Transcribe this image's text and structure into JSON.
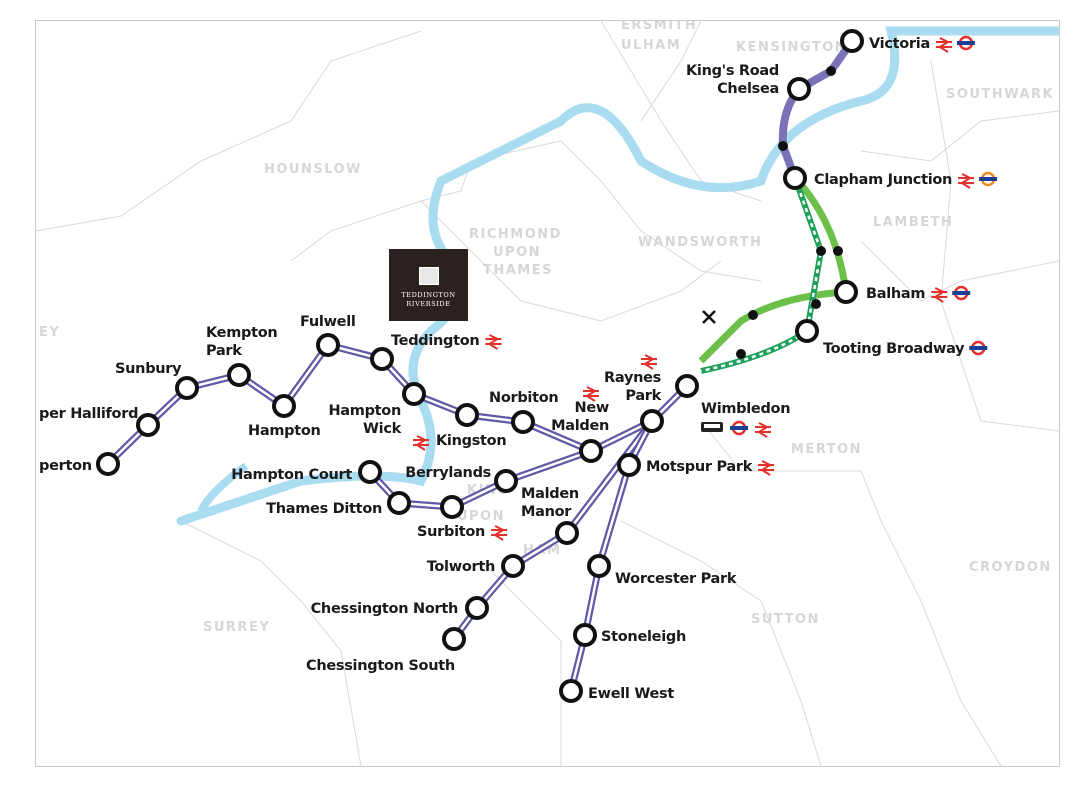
{
  "map": {
    "logo": {
      "line1": "TEDDINGTON",
      "line2": "RIVERSIDE"
    },
    "boroughs": [
      "HOUNSLOW",
      "RICHMOND",
      "UPON",
      "THAMES",
      "WANDSWORTH",
      "LAMBETH",
      "SOUTHWARK",
      "KENSINGTON",
      "ERSMITH",
      "ULHAM",
      "MERTON",
      "SUTTON",
      "CROYDON",
      "SURREY",
      "KING",
      "UPON",
      "HAM",
      "EY"
    ],
    "stations": [
      {
        "name": "Victoria",
        "icons": [
          "national-rail",
          "underground"
        ]
      },
      {
        "name": "King's Road",
        "name2": "Chelsea",
        "icons": []
      },
      {
        "name": "Clapham Junction",
        "icons": [
          "national-rail",
          "overground"
        ]
      },
      {
        "name": "Balham",
        "icons": [
          "national-rail",
          "underground"
        ]
      },
      {
        "name": "Tooting Broadway",
        "icons": [
          "underground"
        ]
      },
      {
        "name": "Wimbledon",
        "icons": [
          "tram",
          "underground",
          "national-rail"
        ]
      },
      {
        "name": "Raynes",
        "name2": "Park",
        "icons": [
          "national-rail"
        ]
      },
      {
        "name": "Motspur Park",
        "icons": [
          "national-rail"
        ]
      },
      {
        "name": "New",
        "name2": "Malden",
        "icons": [
          "national-rail"
        ]
      },
      {
        "name": "Norbiton",
        "icons": []
      },
      {
        "name": "Kingston",
        "icons": [
          "national-rail"
        ]
      },
      {
        "name": "Hampton",
        "name2": "Wick",
        "icons": []
      },
      {
        "name": "Teddington",
        "icons": [
          "national-rail"
        ]
      },
      {
        "name": "Fulwell",
        "icons": []
      },
      {
        "name": "Hampton",
        "icons": []
      },
      {
        "name": "Kempton",
        "name2": "Park",
        "icons": []
      },
      {
        "name": "Sunbury",
        "icons": []
      },
      {
        "name": "per Halliford",
        "icons": []
      },
      {
        "name": "perton",
        "icons": []
      },
      {
        "name": "Hampton Court",
        "icons": []
      },
      {
        "name": "Thames Ditton",
        "icons": []
      },
      {
        "name": "Surbiton",
        "icons": [
          "national-rail"
        ]
      },
      {
        "name": "Berrylands",
        "icons": []
      },
      {
        "name": "Malden",
        "name2": "Manor",
        "icons": []
      },
      {
        "name": "Tolworth",
        "icons": []
      },
      {
        "name": "Chessington North",
        "icons": []
      },
      {
        "name": "Chessington South",
        "icons": []
      },
      {
        "name": "Worcester Park",
        "icons": []
      },
      {
        "name": "Stoneleigh",
        "icons": []
      },
      {
        "name": "Ewell West",
        "icons": []
      }
    ],
    "colors": {
      "swr": "#5f5aa6",
      "victoria_line": "#7a73b8",
      "overground": "#6cc04a",
      "tram": "#1fa05a",
      "river": "#a9dcf0",
      "rail": "#e3302b",
      "tube": "#1c3f94"
    }
  }
}
